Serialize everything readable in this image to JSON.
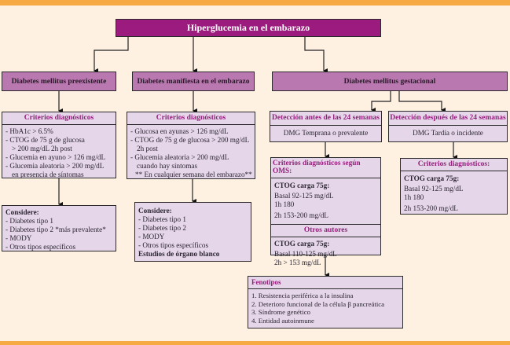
{
  "title": "Hiperglucemia en el embarazo",
  "categories": [
    {
      "label": "Diabetes mellitus preexistente"
    },
    {
      "label": "Diabetes manifiesta en el embarazo"
    },
    {
      "label": "Diabetes mellitus gestacional"
    }
  ],
  "preexistente": {
    "criterios_header": "Criterios diagnósticos",
    "criterios": [
      "- HbA1c > 6.5%",
      "- CTOG de 75 g de glucosa",
      "  > 200 mg/dL 2h post",
      "- Glucemia en ayuno > 126 mg/dL",
      "- Glucemia aleatoria > 200 mg/dL",
      "  en presencia de síntomas"
    ],
    "considere_header": "Considere:",
    "considere": [
      "- Diabetes tipo 1",
      "- Diabetes tipo 2 *más prevalente*",
      "- MODY",
      "- Otros tipos específicos"
    ]
  },
  "manifiesta": {
    "criterios_header": "Criterios diagnósticos",
    "criterios": [
      "- Glucosa en ayunas > 126 mg/dL",
      "- CTOG de 75 g de glucosa > 200 mg/dL",
      "  2h post",
      "- Glucemia aleatoria > 200 mg/dL",
      "  cuando hay síntomas",
      "  ** En cualquier semana del embarazo**"
    ],
    "considere_header": "Considere:",
    "considere": [
      "- Diabetes tipo 1",
      "- Diabetes tipo 2",
      "- MODY",
      "- Otros tipos específicos"
    ],
    "considere_footer": "Estudios de órgano blanco"
  },
  "gestacional": {
    "antes": {
      "header": "Detección antes de las 24 semanas",
      "text": "DMG Temprana o prevalente"
    },
    "despues": {
      "header": "Detección después de las 24 semanas",
      "text": "DMG Tardía o incidente"
    },
    "oms": {
      "header": "Criterios diagnósticos según OMS:",
      "subtitle": "CTOG carga 75g:",
      "lines": [
        "Basal 92-125 mg/dL",
        "1h 180"
      ],
      "last": "2h 153-200 mg/dL",
      "otros_header": "Otros autores",
      "otros_subtitle": "CTOG carga 75g:",
      "otros_lines": [
        "Basal 110-125 mg/dL",
        "2h > 153 mg/dL"
      ]
    },
    "tardia_criterios": {
      "header": "Criterios diagnósticos:",
      "subtitle": "CTOG carga 75g:",
      "lines": [
        "Basal 92-125 mg/dL",
        "1h 180"
      ],
      "last": "2h 153-200 mg/dL"
    },
    "fenotipos": {
      "header": "Fenotipos",
      "items": [
        "1. Resistencia periférica a la insulina",
        "2. Deterioro funcional de la célula β pancreática",
        "3. Síndrome genético",
        "4. Entidad autoinmune"
      ]
    }
  },
  "colors": {
    "background": "#fef1e2",
    "accent_bar": "#f7a944",
    "title_fill": "#9b1c7e",
    "category_fill": "#ba78b0",
    "box_fill": "#e6d6ea",
    "header_text": "#93207a"
  }
}
